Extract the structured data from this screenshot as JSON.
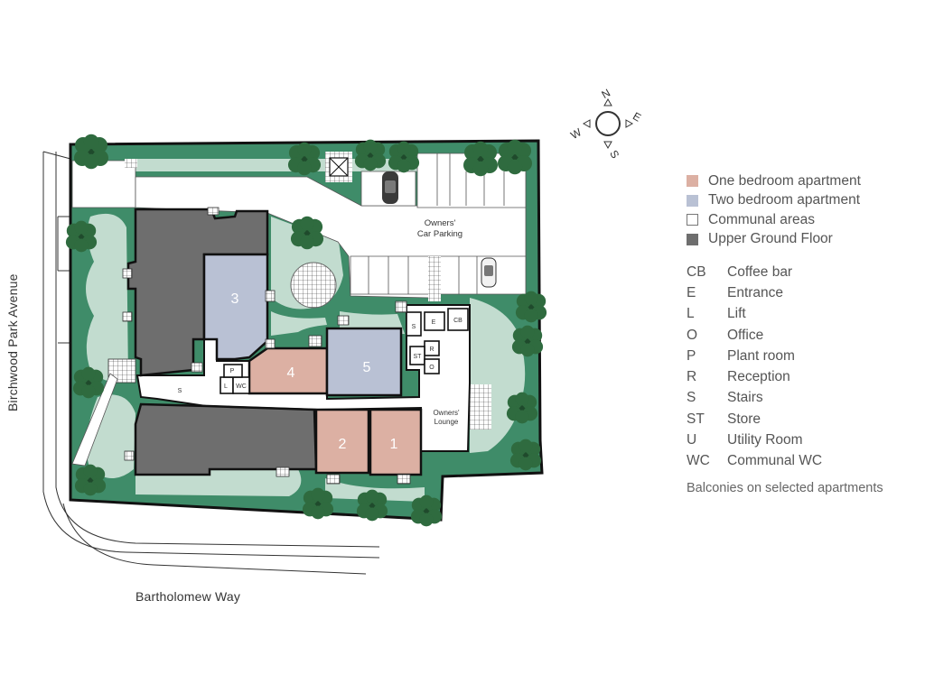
{
  "legend": {
    "swatches": [
      {
        "label": "One bedroom apartment",
        "color": "#dcb0a3"
      },
      {
        "label": "Two bedroom apartment",
        "color": "#b9c1d4"
      },
      {
        "label": "Communal areas",
        "color": "#ffffff"
      },
      {
        "label": "Upper Ground Floor",
        "color": "#6e6e6e"
      }
    ],
    "abbreviations": [
      {
        "code": "CB",
        "meaning": "Coffee bar"
      },
      {
        "code": "E",
        "meaning": "Entrance"
      },
      {
        "code": "L",
        "meaning": "Lift"
      },
      {
        "code": "O",
        "meaning": "Office"
      },
      {
        "code": "P",
        "meaning": "Plant room"
      },
      {
        "code": "R",
        "meaning": "Reception"
      },
      {
        "code": "S",
        "meaning": "Stairs"
      },
      {
        "code": "ST",
        "meaning": "Store"
      },
      {
        "code": "U",
        "meaning": "Utility Room"
      },
      {
        "code": "WC",
        "meaning": "Communal WC"
      }
    ],
    "note": "Balconies on selected apartments"
  },
  "streets": {
    "west": "Birchwood Park Avenue",
    "south": "Bartholomew Way"
  },
  "compass": {
    "n": "N",
    "e": "E",
    "s": "S",
    "w": "W"
  },
  "map": {
    "parking_line1": "Owners'",
    "parking_line2": "Car Parking",
    "lounge_line1": "Owners'",
    "lounge_line2": "Lounge",
    "apartments": [
      "1",
      "2",
      "3",
      "4",
      "5"
    ],
    "rooms": {
      "s": "S",
      "l": "L",
      "wc": "WC",
      "p": "P",
      "e": "E",
      "cb": "CB",
      "r": "R",
      "st": "ST",
      "o": "O"
    },
    "colors": {
      "grass": "#3f8c69",
      "lawn": "#c2dccf",
      "outline": "#111111",
      "tree": "#2f6b3f",
      "tree_dark": "#1f4a2c",
      "building": "#6e6e6e",
      "one_bed": "#dcb0a3",
      "two_bed": "#b9c1d4"
    }
  }
}
